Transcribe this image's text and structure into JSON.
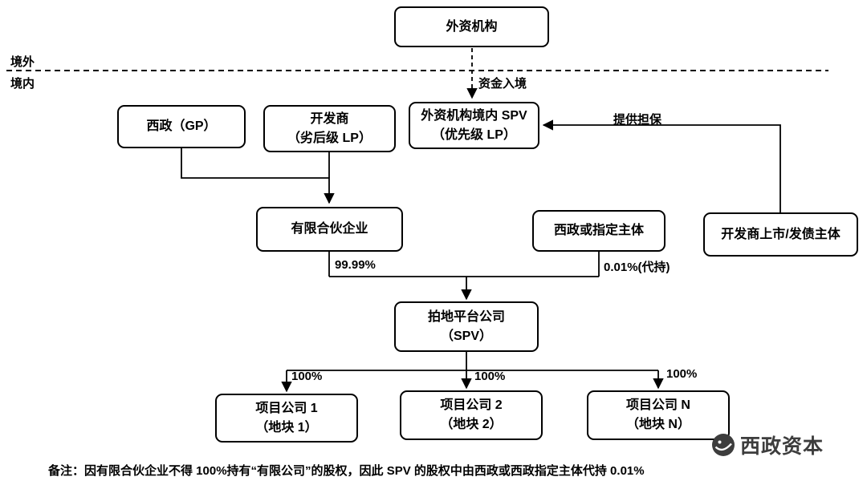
{
  "region_labels": {
    "offshore": "境外",
    "onshore": "境内"
  },
  "nodes": {
    "foreign_institution": "外资机构",
    "xizheng_gp": "西政（GP）",
    "developer_lp_line1": "开发商",
    "developer_lp_line2": "（劣后级 LP）",
    "spv_line1": "外资机构境内 SPV",
    "spv_line2": "（优先级 LP）",
    "limited_partnership": "有限合伙企业",
    "xizheng_entity": "西政或指定主体",
    "guarantor": "开发商上市/发债主体",
    "platform_line1": "拍地平台公司",
    "platform_line2": "（SPV）",
    "project1_line1": "项目公司 1",
    "project1_line2": "（地块 1）",
    "project2_line1": "项目公司 2",
    "project2_line2": "（地块 2）",
    "projectN_line1": "项目公司 N",
    "projectN_line2": "（地块 N）"
  },
  "edge_labels": {
    "capital_entry": "资金入境",
    "guarantee": "提供担保",
    "pct_9999": "99.99%",
    "pct_001": "0.01%(代持)",
    "pct_100_1": "100%",
    "pct_100_2": "100%",
    "pct_100_3": "100%"
  },
  "note": "备注：因有限合伙企业不得 100%持有“有限公司”的股权，因此 SPV 的股权中由西政或西政指定主体代持 0.01%",
  "watermark": "西政资本"
}
